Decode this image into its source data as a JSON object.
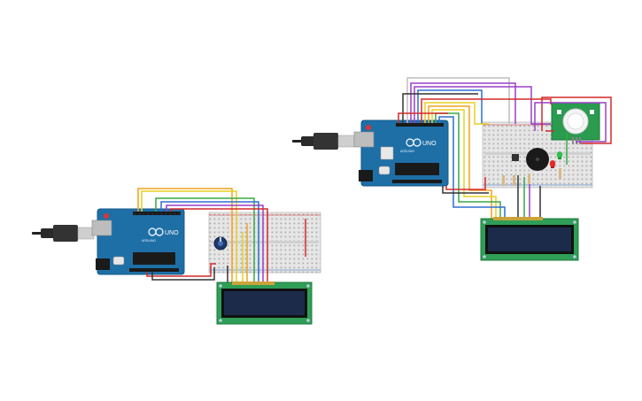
{
  "circuits": [
    {
      "board": {
        "model_label": "UNO",
        "brand_label": "ARDUINO"
      },
      "components": [
        "usb-cable",
        "arduino-uno",
        "breadboard",
        "potentiometer",
        "lcd-16x2"
      ]
    },
    {
      "board": {
        "model_label": "UNO",
        "brand_label": "ARDUINO"
      },
      "components": [
        "usb-cable",
        "arduino-uno",
        "breadboard",
        "pir-sensor",
        "piezo-buzzer",
        "led-red",
        "led-green",
        "resistors",
        "lcd-16x2"
      ]
    }
  ],
  "colors": {
    "board_blue": "#1f6fa7",
    "breadboard": "#e6e6e6",
    "lcd_pcb": "#2f9e56",
    "lcd_screen": "#1c2b4a",
    "pir_pcb": "#2a9b4f",
    "wire_orange": "#f0a020",
    "wire_yellow": "#e8d020",
    "wire_green": "#39a845",
    "wire_blue": "#2f6fd0",
    "wire_purple": "#9b3fc8",
    "wire_red": "#d42a2a",
    "wire_gray": "#bdbdbd",
    "wire_black": "#333333"
  }
}
